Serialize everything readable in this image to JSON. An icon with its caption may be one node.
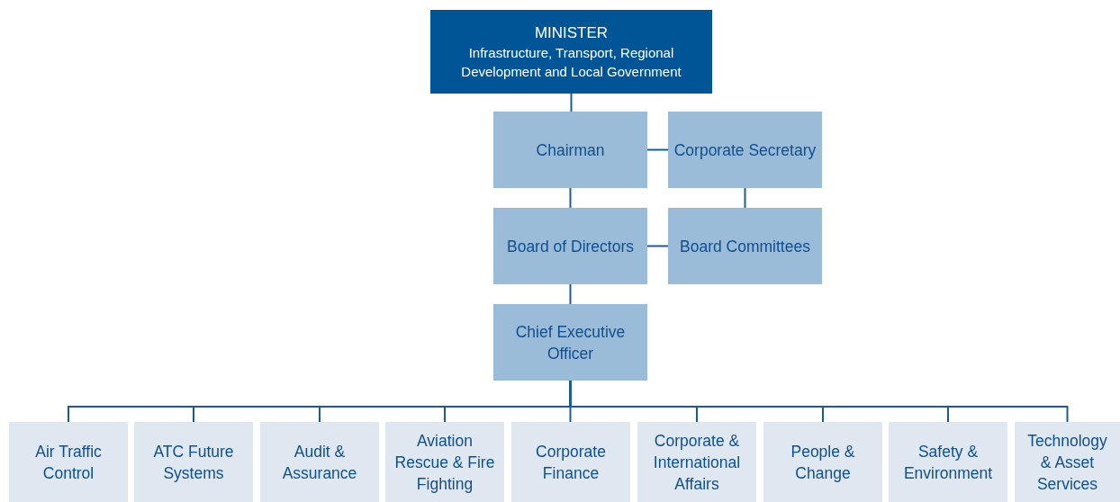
{
  "diagram": {
    "nodes": [
      {
        "text": [
          "MINISTER",
          "Infrastructure, Transport, Regional Development and Local Government"
        ]
      },
      {
        "text": [
          "Chairman"
        ]
      },
      {
        "text": [
          "Corporate Secretary"
        ]
      },
      {
        "text": [
          "Board of Directors"
        ]
      },
      {
        "text": [
          "Board Committees"
        ]
      },
      {
        "text": [
          "Chief Executive Officer"
        ]
      },
      {
        "text": [
          "Air Traffic Control"
        ]
      },
      {
        "text": [
          "ATC Future Systems"
        ]
      },
      {
        "text": [
          "Audit & Assurance"
        ]
      },
      {
        "text": [
          "Aviation Rescue & Fire Fighting"
        ]
      },
      {
        "text": [
          "Corporate Finance"
        ]
      },
      {
        "text": [
          "Corporate & International Affairs"
        ]
      },
      {
        "text": [
          "People & Change"
        ]
      },
      {
        "text": [
          "Safety & Environment"
        ]
      },
      {
        "text": [
          "Technology & Asset Services"
        ]
      }
    ],
    "edges": [
      {
        "from": 0,
        "to": 1,
        "arrow": "none"
      },
      {
        "from": 1,
        "to": 2,
        "arrow": "none"
      },
      {
        "from": 1,
        "to": 3,
        "arrow": "none"
      },
      {
        "from": 2,
        "to": 4,
        "arrow": "none"
      },
      {
        "from": 3,
        "to": 4,
        "arrow": "none"
      },
      {
        "from": 3,
        "to": 5,
        "arrow": "none"
      },
      {
        "from": 5,
        "to": 6,
        "arrow": "none"
      },
      {
        "from": 5,
        "to": 7,
        "arrow": "none"
      },
      {
        "from": 5,
        "to": 8,
        "arrow": "none"
      },
      {
        "from": 5,
        "to": 9,
        "arrow": "none"
      },
      {
        "from": 5,
        "to": 10,
        "arrow": "none"
      },
      {
        "from": 5,
        "to": 11,
        "arrow": "none"
      },
      {
        "from": 5,
        "to": 12,
        "arrow": "none"
      },
      {
        "from": 5,
        "to": 13,
        "arrow": "none"
      },
      {
        "from": 5,
        "to": 14,
        "arrow": "none"
      }
    ]
  }
}
